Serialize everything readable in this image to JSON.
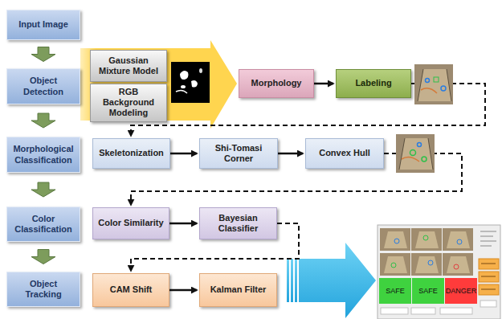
{
  "diagram": {
    "nodes": [
      {
        "text": [
          "Input Image"
        ]
      },
      {
        "text": [
          "Object Detection"
        ]
      },
      {
        "text": [
          "Gaussian Mixture Model"
        ]
      },
      {
        "text": [
          "RGB Background Modeling"
        ]
      },
      {
        "text": [
          "Morphology"
        ]
      },
      {
        "text": [
          "Labeling"
        ]
      },
      {
        "text": [
          "Morphological Classification"
        ]
      },
      {
        "text": [
          "Skeletonization"
        ]
      },
      {
        "text": [
          "Shi-Tomasi Corner"
        ]
      },
      {
        "text": [
          "Convex Hull"
        ]
      },
      {
        "text": [
          "Color Classification"
        ]
      },
      {
        "text": [
          "Color Similarity"
        ]
      },
      {
        "text": [
          "Bayesian Classifier"
        ]
      },
      {
        "text": [
          "Object Tracking"
        ]
      },
      {
        "text": [
          "CAM Shift"
        ]
      },
      {
        "text": [
          "Kalman Filter"
        ]
      }
    ],
    "edges": [
      {
        "from": 0,
        "to": 1,
        "arrow": "to"
      },
      {
        "from": 1,
        "to": 6,
        "arrow": "to"
      },
      {
        "from": 6,
        "to": 10,
        "arrow": "to"
      },
      {
        "from": 10,
        "to": 13,
        "arrow": "to"
      },
      {
        "from": 2,
        "to": 4,
        "arrow": "to"
      },
      {
        "from": 3,
        "to": 4,
        "arrow": "to"
      },
      {
        "from": 4,
        "to": 5,
        "arrow": "to"
      },
      {
        "from": 5,
        "to": 7,
        "arrow": "to"
      },
      {
        "from": 7,
        "to": 8,
        "arrow": "to"
      },
      {
        "from": 8,
        "to": 9,
        "arrow": "to"
      },
      {
        "from": 9,
        "to": 11,
        "arrow": "to"
      },
      {
        "from": 11,
        "to": 12,
        "arrow": "to"
      },
      {
        "from": 12,
        "to": 14,
        "arrow": "to"
      },
      {
        "from": 14,
        "to": 15,
        "arrow": "to"
      }
    ],
    "labels": [
      "SAFE",
      "SAFE",
      "DANGER"
    ]
  }
}
